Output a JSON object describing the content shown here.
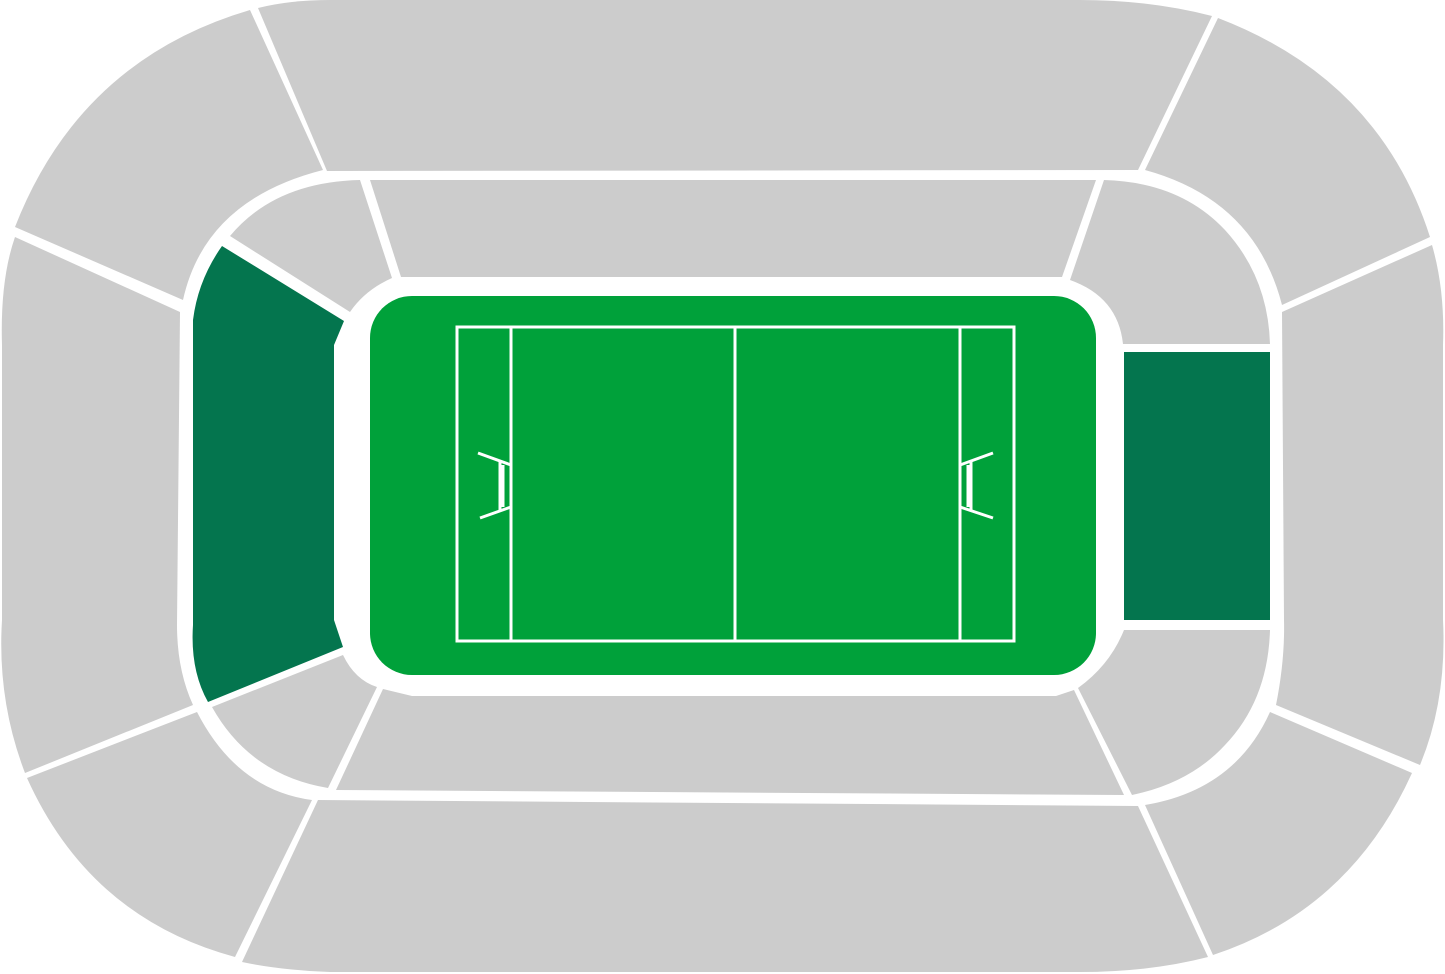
{
  "colors": {
    "background": "#ffffff",
    "section_default": "#cccccc",
    "section_highlighted": "#04754e",
    "pitch": "#00a13a",
    "pitch_lines": "#ffffff"
  },
  "sections": [
    {
      "id": "outer-top-left",
      "ring": "outer",
      "highlighted": false
    },
    {
      "id": "outer-top",
      "ring": "outer",
      "highlighted": false
    },
    {
      "id": "outer-top-right",
      "ring": "outer",
      "highlighted": false
    },
    {
      "id": "outer-right",
      "ring": "outer",
      "highlighted": false
    },
    {
      "id": "outer-bottom-right",
      "ring": "outer",
      "highlighted": false
    },
    {
      "id": "outer-bottom",
      "ring": "outer",
      "highlighted": false
    },
    {
      "id": "outer-bottom-left",
      "ring": "outer",
      "highlighted": false
    },
    {
      "id": "outer-left",
      "ring": "outer",
      "highlighted": false
    },
    {
      "id": "inner-left",
      "ring": "inner",
      "highlighted": true
    },
    {
      "id": "inner-top-left",
      "ring": "inner",
      "highlighted": false
    },
    {
      "id": "inner-top",
      "ring": "inner",
      "highlighted": false
    },
    {
      "id": "inner-top-right",
      "ring": "inner",
      "highlighted": false
    },
    {
      "id": "inner-right",
      "ring": "inner",
      "highlighted": true
    },
    {
      "id": "inner-bottom-right",
      "ring": "inner",
      "highlighted": false
    },
    {
      "id": "inner-bottom",
      "ring": "inner",
      "highlighted": false
    },
    {
      "id": "inner-bottom-left",
      "ring": "inner",
      "highlighted": false
    }
  ]
}
